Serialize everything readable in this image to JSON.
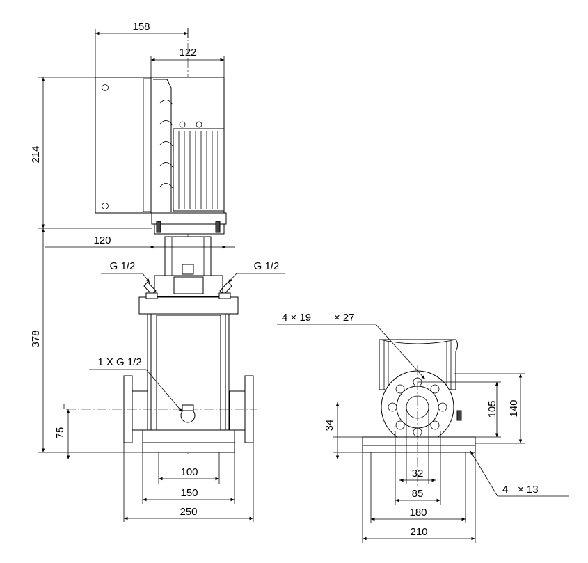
{
  "dimensions": {
    "motor_width": "158",
    "motor_half_width": "122",
    "motor_height": "214",
    "bracket_width": "120",
    "connection_left": "G 1/2",
    "connection_right": "G 1/2",
    "pump_height": "378",
    "drain": "1 X G 1/2",
    "inlet_height": "75",
    "base_inner": "100",
    "base_mid": "150",
    "base_outer": "250",
    "flange_holes": "4 × 19",
    "flange_holes_b": "× 27",
    "base_height_side": "34",
    "flange_bolt_circle": "105",
    "flange_outer": "140",
    "pipe_dia": "32",
    "pcd": "85",
    "base_depth": "180",
    "base_depth_outer": "210",
    "base_holes": "4",
    "base_holes_b": "× 13"
  }
}
